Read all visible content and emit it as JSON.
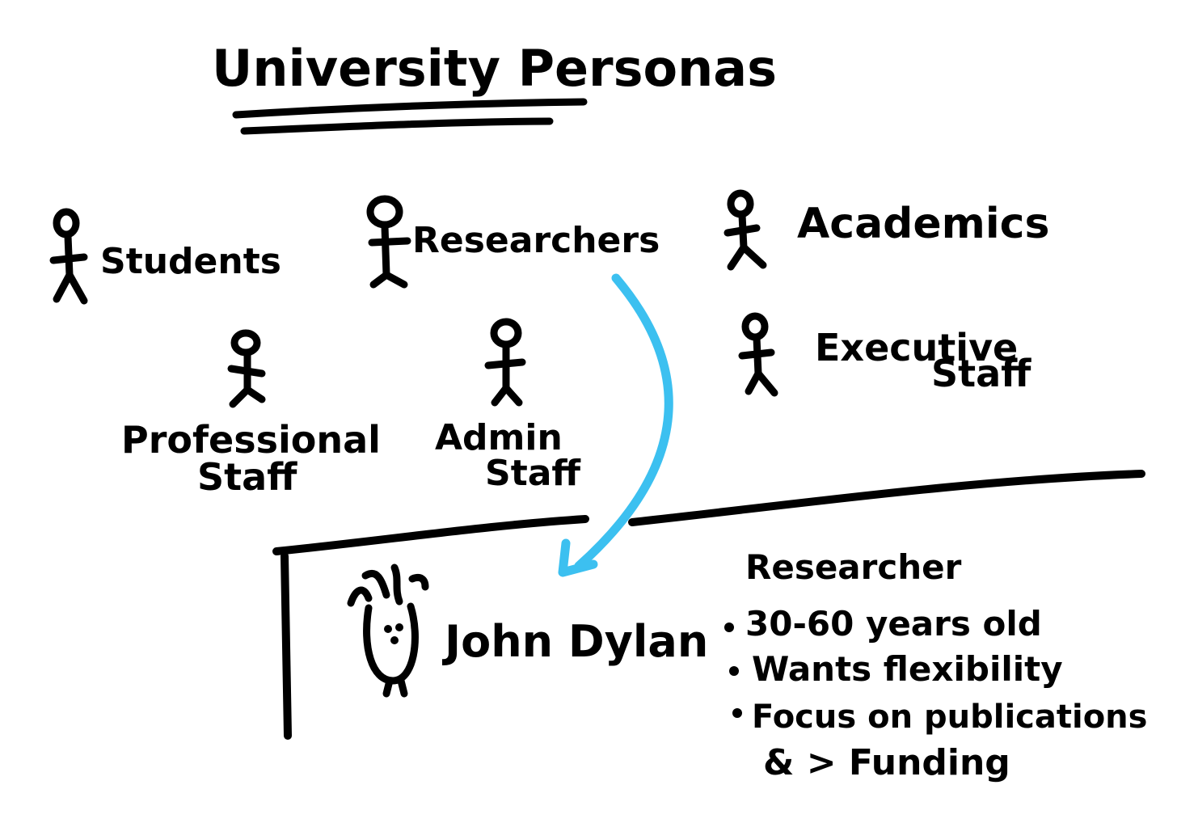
{
  "title": "University Personas",
  "personas": [
    {
      "id": "students",
      "label_lines": [
        "Students"
      ]
    },
    {
      "id": "researchers",
      "label_lines": [
        "Researchers"
      ]
    },
    {
      "id": "academics",
      "label_lines": [
        "Academics"
      ]
    },
    {
      "id": "executive-staff",
      "label_lines": [
        "Executive",
        "Staff"
      ]
    },
    {
      "id": "professional-staff",
      "label_lines": [
        "Professional",
        "Staff"
      ]
    },
    {
      "id": "admin-staff",
      "label_lines": [
        "Admin",
        "Staff"
      ]
    }
  ],
  "detail": {
    "name": "John Dylan",
    "role": "Researcher",
    "bullets": [
      "30-60 years old",
      "Wants flexibility",
      "Focus on publications"
    ],
    "continuation": "& > Funding"
  },
  "colors": {
    "ink": "#000000",
    "arrow": "#3cc0f0",
    "background": "#ffffff"
  }
}
